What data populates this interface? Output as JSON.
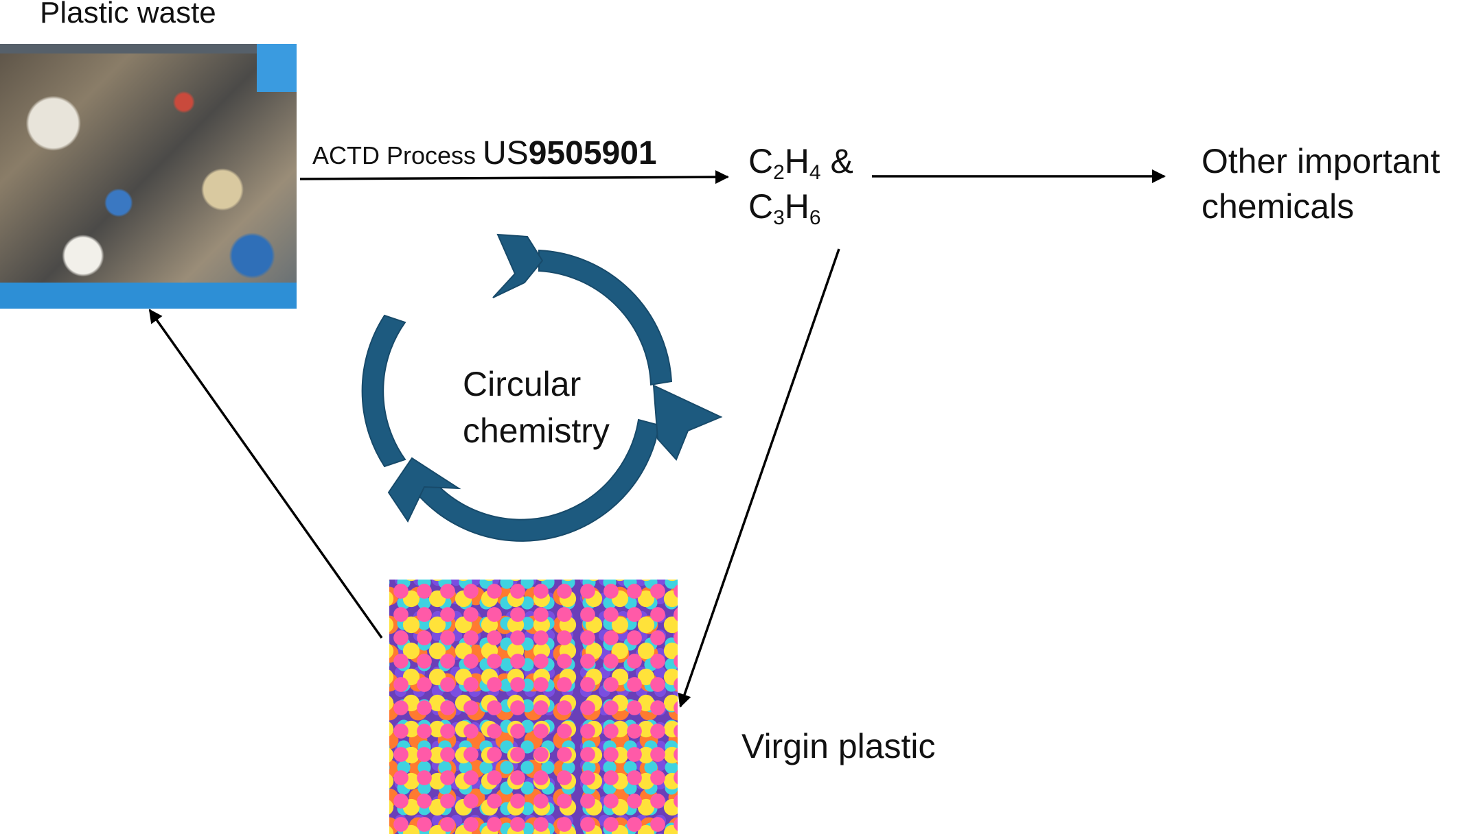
{
  "labels": {
    "plastic_waste": "Plastic waste",
    "process_prefix": "ACTD Process ",
    "patent_us": "US",
    "patent_number": "9505901",
    "product_1_c": "C",
    "product_1_n1": "2",
    "product_1_h": "H",
    "product_1_n2": "4",
    "product_amp": " &",
    "product_2_c": "C",
    "product_2_n1": "3",
    "product_2_h": "H",
    "product_2_n2": "6",
    "other_line1": "Other important",
    "other_line2": "chemicals",
    "circular_line1": "Circular",
    "circular_line2": "chemistry",
    "virgin_plastic": "Virgin plastic"
  },
  "colors": {
    "cycle": "#1d5a7f",
    "cycle_edge": "#174a6a",
    "arrow": "#000000",
    "text": "#111111"
  },
  "icons": {
    "cycle": "circular-arrows-icon",
    "waste": "plastic-waste-photo",
    "balls": "plastic-balls-photo"
  }
}
